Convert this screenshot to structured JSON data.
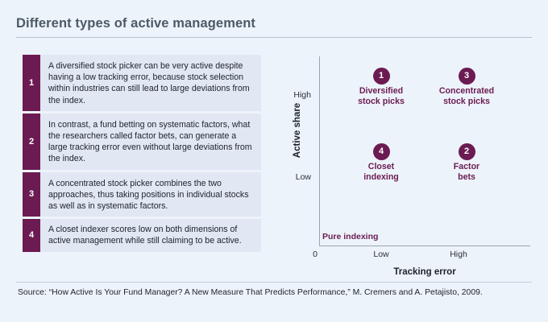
{
  "header": {
    "title": "Different types of active management"
  },
  "notes": [
    {
      "number": "1",
      "text": "A diversified stock picker can be very active despite having a low tracking error, because stock selection within industries can still lead to large deviations from the index."
    },
    {
      "number": "2",
      "text": "In contrast, a fund betting on systematic factors, what the researchers called factor bets, can generate a large tracking error even without large deviations from the index."
    },
    {
      "number": "3",
      "text": "A concentrated stock picker combines the two approaches, thus taking positions in individual stocks as well as in systematic factors."
    },
    {
      "number": "4",
      "text": "A closet indexer scores low on both dimensions of active management while still claiming to be active."
    }
  ],
  "chart_data": {
    "type": "scatter",
    "title": "",
    "xlabel": "Tracking error",
    "ylabel": "Active share",
    "x_ticks": [
      "0",
      "Low",
      "High"
    ],
    "y_ticks": [
      "Low",
      "High"
    ],
    "grid": false,
    "legend": "none",
    "origin_annotation": "Pure indexing",
    "accent_color": "#6b1b52",
    "points": [
      {
        "marker": "1",
        "label_line1": "Diversified",
        "label_line2": "stock picks",
        "x": "Low",
        "y": "High"
      },
      {
        "marker": "3",
        "label_line1": "Concentrated",
        "label_line2": "stock picks",
        "x": "High",
        "y": "High"
      },
      {
        "marker": "4",
        "label_line1": "Closet",
        "label_line2": "indexing",
        "x": "Low",
        "y": "Low"
      },
      {
        "marker": "2",
        "label_line1": "Factor",
        "label_line2": "bets",
        "x": "High",
        "y": "Low"
      }
    ]
  },
  "footer": {
    "source": "Source: “How Active Is Your Fund Manager? A New Measure That Predicts Performance,” M. Cremers and A. Petajisto, 2009."
  }
}
